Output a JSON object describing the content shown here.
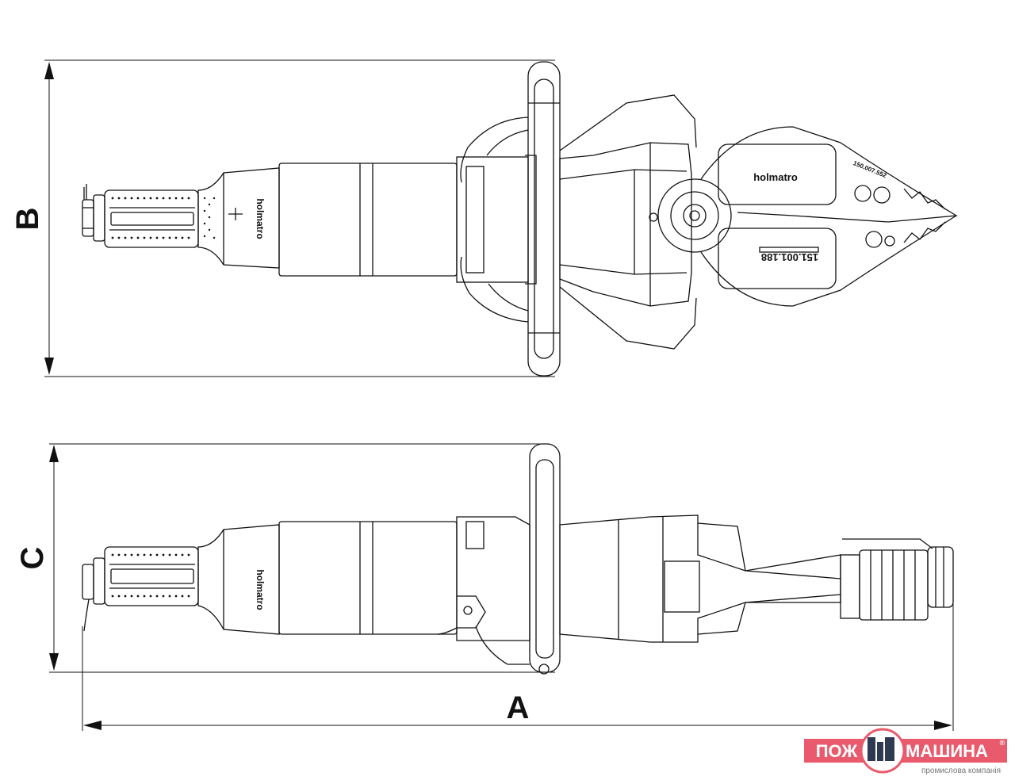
{
  "dimensions": {
    "a": "A",
    "b": "B",
    "c": "C"
  },
  "tool_markings": {
    "brand": "holmatro",
    "serial_top": "150.007.552",
    "serial_bottom": "151.001.188",
    "handle_brand": "holmatro"
  },
  "logo": {
    "left_text": "ПОЖ",
    "right_text": "МАШИНА",
    "registered": "®",
    "tagline": "промислова компанія",
    "accent_color": "#e85a6c"
  },
  "icons": [
    "arrow-icon",
    "logo-emblem-icon"
  ]
}
